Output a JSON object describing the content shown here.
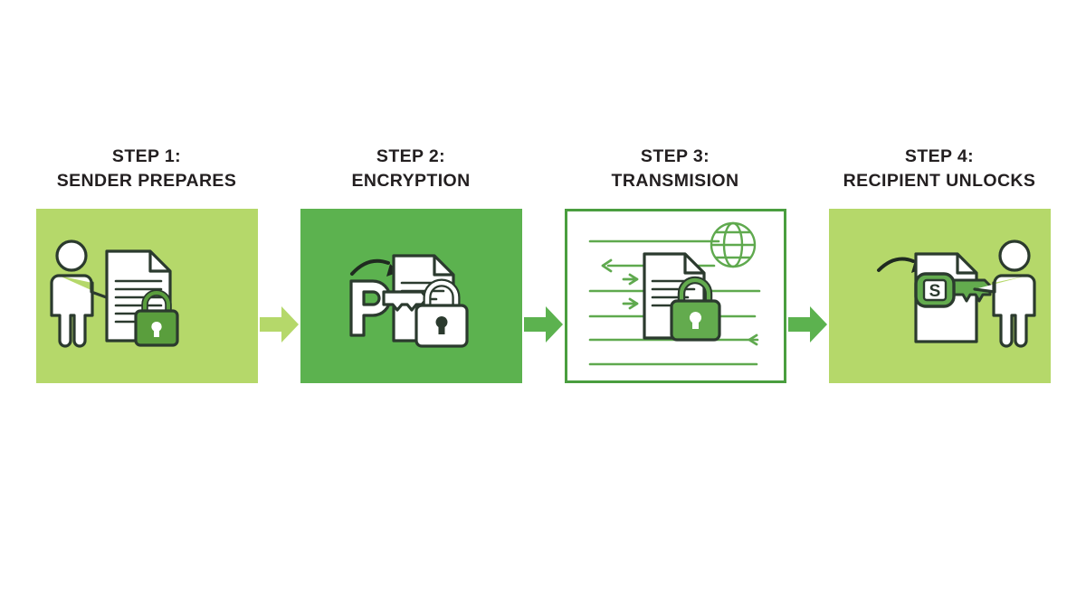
{
  "diagram": {
    "type": "process-flow",
    "orientation": "horizontal",
    "background_color": "#ffffff",
    "step_count": 4,
    "steps": [
      {
        "index": 1,
        "eyebrow": "STEP 1:",
        "label": "SENDER PREPARES",
        "panel_fill": "#b5d86a",
        "panel_style": "filled",
        "icons": [
          "person-icon",
          "document-icon",
          "padlock-icon"
        ],
        "icon_accent": "#5a9e3d"
      },
      {
        "index": 2,
        "eyebrow": "STEP 2:",
        "label": "ENCRYPTION",
        "panel_fill": "#5cb24f",
        "panel_style": "filled",
        "icons": [
          "curved-arrow-icon",
          "public-key-icon",
          "document-icon",
          "padlock-icon"
        ],
        "icon_accent": "#ffffff",
        "key_letter": "P"
      },
      {
        "index": 3,
        "eyebrow": "STEP 3:",
        "label": "TRANSMISION",
        "panel_fill": "#ffffff",
        "panel_style": "outlined",
        "panel_border": "#4a9e3f",
        "icons": [
          "globe-icon",
          "document-icon",
          "padlock-icon",
          "transmission-arrows-icon"
        ],
        "icon_accent": "#5fa94e"
      },
      {
        "index": 4,
        "eyebrow": "STEP 4:",
        "label": "RECIPIENT UNLOCKS",
        "panel_fill": "#b5d86a",
        "panel_style": "filled",
        "icons": [
          "curved-arrow-icon",
          "document-icon",
          "private-key-icon",
          "person-icon"
        ],
        "icon_accent": "#5a9e3d",
        "key_letter": "S"
      }
    ],
    "connectors": [
      {
        "from_step": 1,
        "to_step": 2,
        "shape": "arrow-right",
        "color": "#b5d86a"
      },
      {
        "from_step": 2,
        "to_step": 3,
        "shape": "arrow-right",
        "color": "#5cb24f"
      },
      {
        "from_step": 3,
        "to_step": 4,
        "shape": "arrow-right",
        "color": "#5cb24f"
      }
    ],
    "palette": {
      "light_green": "#b5d86a",
      "mid_green": "#5cb24f",
      "dark_green": "#4a9e3f",
      "outline_dark": "#2b3a2e",
      "text_dark": "#231f20",
      "white": "#ffffff"
    }
  }
}
